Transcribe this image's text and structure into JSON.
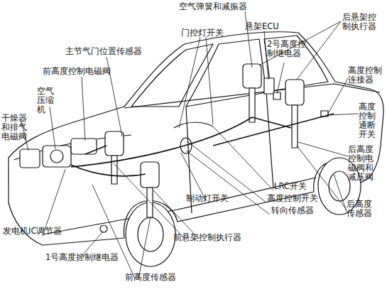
{
  "diagram": {
    "labels": [
      "空气弹簧和减振器",
      "悬架ECU",
      "门控灯开关",
      "后悬架控制执行器",
      "2号高度控制继电器",
      "主节气门位置传感器",
      "高度控制连接器",
      "前高度控制电磁阀",
      "空气压缩机",
      "干燥器和排气电磁阀",
      "高度控制通断开关",
      "后高度控制电磁阀和减压阀",
      "后高度传感器",
      "LRC开关",
      "高度控制开关",
      "转向传感器",
      "制动灯开关",
      "发电机IC调节器",
      "前悬架控制执行器",
      "1号高度控制继电器",
      "前高度传感器"
    ]
  }
}
